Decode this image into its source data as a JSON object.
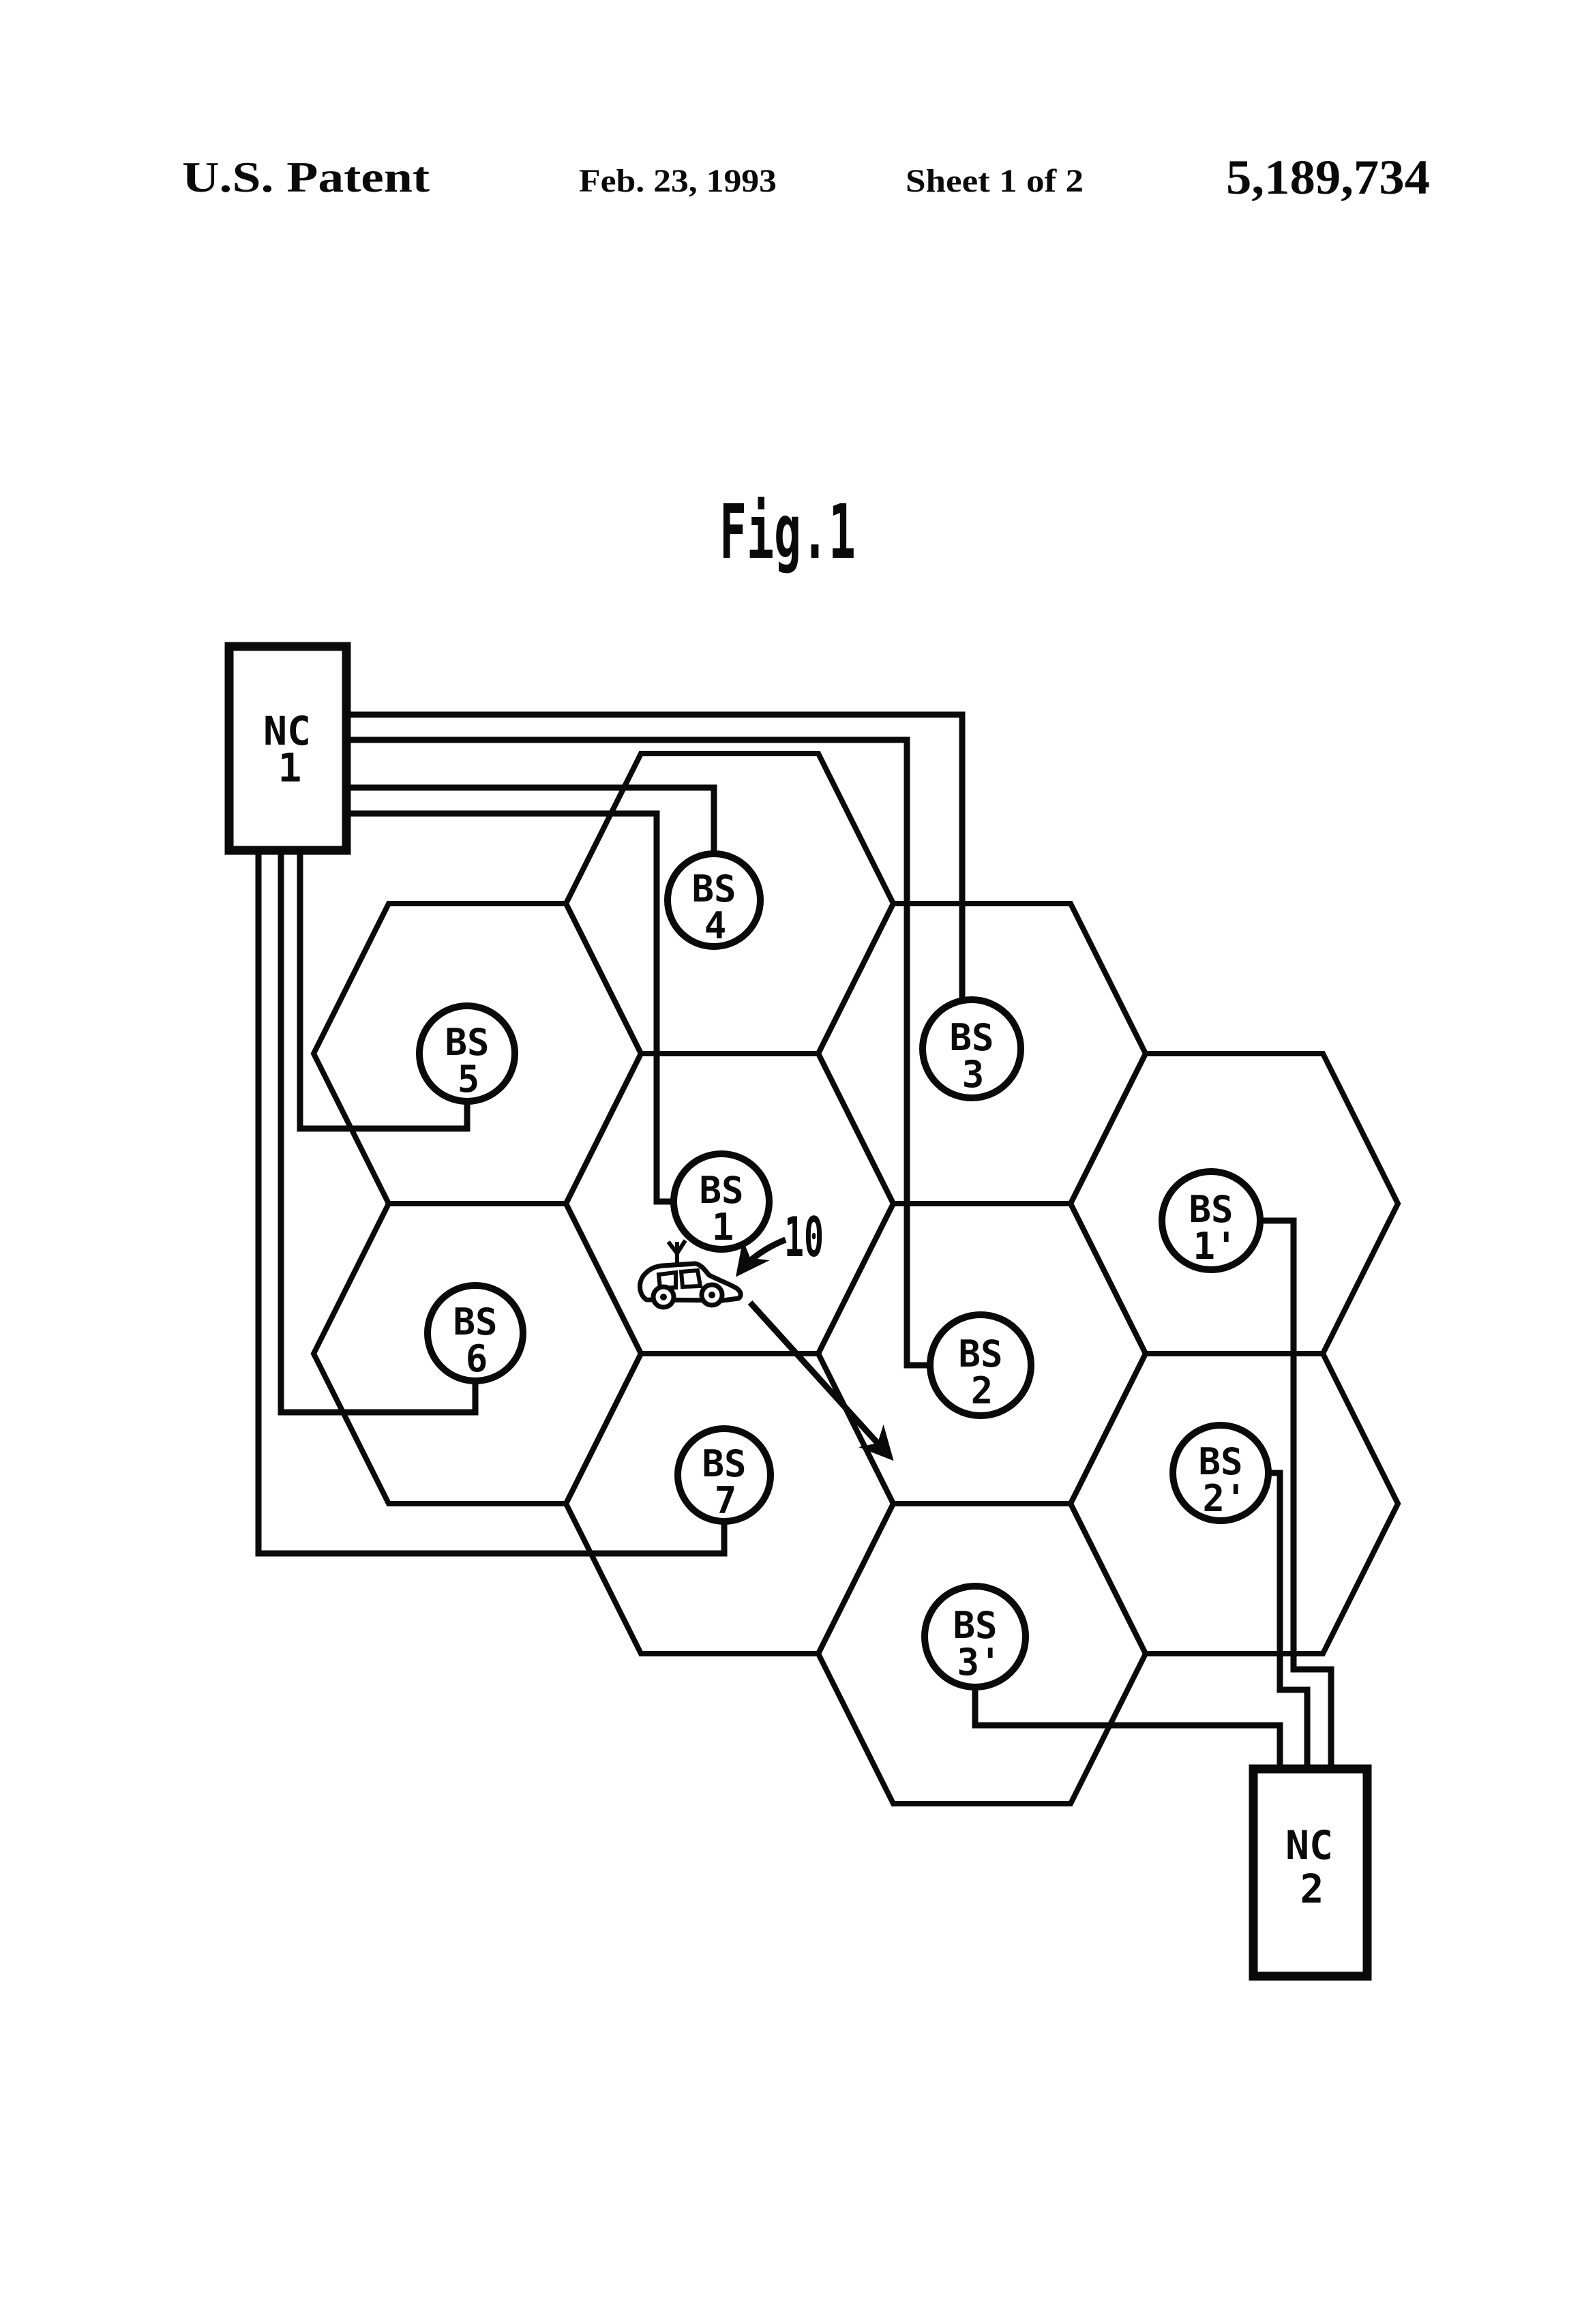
{
  "header": {
    "title": "U.S. Patent",
    "date": "Feb. 23, 1993",
    "sheet": "Sheet 1 of 2",
    "patent_number": "5,189,734"
  },
  "figure": {
    "caption": "Fig.1"
  },
  "network_controllers": {
    "nc1": {
      "name": "NC",
      "number": "1"
    },
    "nc2": {
      "name": "NC",
      "number": "2"
    }
  },
  "base_stations": [
    {
      "name": "BS",
      "number": "1"
    },
    {
      "name": "BS",
      "number": "2"
    },
    {
      "name": "BS",
      "number": "3"
    },
    {
      "name": "BS",
      "number": "4"
    },
    {
      "name": "BS",
      "number": "5"
    },
    {
      "name": "BS",
      "number": "6"
    },
    {
      "name": "BS",
      "number": "7"
    },
    {
      "name": "BS",
      "number": "1'"
    },
    {
      "name": "BS",
      "number": "2'"
    },
    {
      "name": "BS",
      "number": "3'"
    }
  ],
  "mobile_station": {
    "reference_label": "10"
  },
  "connections": {
    "nc1_links": [
      "BS 1",
      "BS 2",
      "BS 3",
      "BS 4",
      "BS 5",
      "BS 6",
      "BS 7"
    ],
    "nc2_links": [
      "BS 1'",
      "BS 2'",
      "BS 3'"
    ]
  }
}
